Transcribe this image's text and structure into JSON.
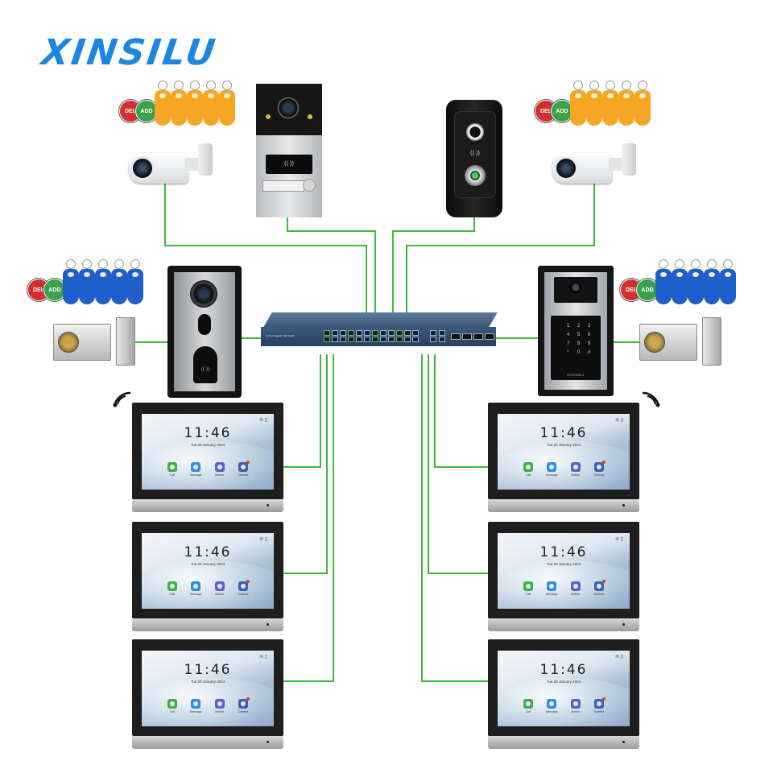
{
  "brand": {
    "logo_text": "XINSILU",
    "color": "#1c86e0"
  },
  "wire_color": "#3dba3d",
  "monitor_screen": {
    "time": "11:46",
    "date": "Tue,28 January 2024",
    "apps": [
      {
        "label": "Call",
        "icon": "phone-icon",
        "color": "#3fae4a"
      },
      {
        "label": "Message",
        "icon": "message-icon",
        "color": "#2f8fe5"
      },
      {
        "label": "Motion",
        "icon": "motion-icon",
        "color": "#5a63c8"
      },
      {
        "label": "Camera",
        "icon": "camera-icon",
        "color": "#3d5fb6"
      }
    ]
  },
  "rfid_tags": {
    "del_label": "DEL",
    "add_label": "ADD",
    "del_color": "#d32f2f",
    "add_color": "#3aa24a",
    "yellow": "#f5a623",
    "blue": "#1e5fc9"
  },
  "doorbell_a": {
    "icon": "rfid-icon"
  },
  "doorbell_b": {
    "icon": "rfid-icon"
  },
  "doorbell_c": {
    "icon": "rfid-icon"
  },
  "keypad_panel": {
    "keys": [
      "1",
      "2",
      "3",
      "4",
      "5",
      "6",
      "7",
      "8",
      "9",
      "*",
      "0",
      "#"
    ],
    "brand": "DOORBELL"
  },
  "switch": {
    "model_text": "24 Port Gigabit PoE Switch"
  }
}
